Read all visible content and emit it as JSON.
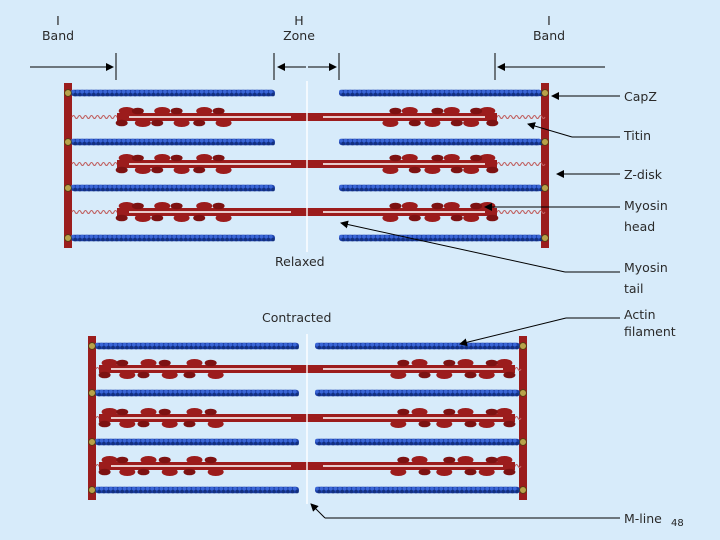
{
  "slide": {
    "page_number": "48",
    "colors": {
      "background": "#d7ebfa",
      "z_disc": "#9b1d1d",
      "actin": "#1c3fa6",
      "myosin": "#9c1c1c",
      "titin": "#c06060",
      "knob": "#b9a24a",
      "line": "#000000"
    }
  },
  "headers": {
    "i_band_left": [
      "I",
      "Band"
    ],
    "h_zone": [
      "H",
      "Zone"
    ],
    "i_band_right": [
      "I",
      "Band"
    ]
  },
  "states": {
    "relaxed": "Relaxed",
    "contracted": "Contracted"
  },
  "labels": {
    "capz": [
      "CapZ"
    ],
    "titin": [
      "Titin"
    ],
    "z_disk": [
      "Z-disk"
    ],
    "myosin_head": [
      "Myosin",
      "head"
    ],
    "myosin_tail": [
      "Myosin",
      "tail"
    ],
    "actin_filament": [
      "Actin",
      "filament"
    ],
    "m_line": [
      "M-line"
    ]
  }
}
